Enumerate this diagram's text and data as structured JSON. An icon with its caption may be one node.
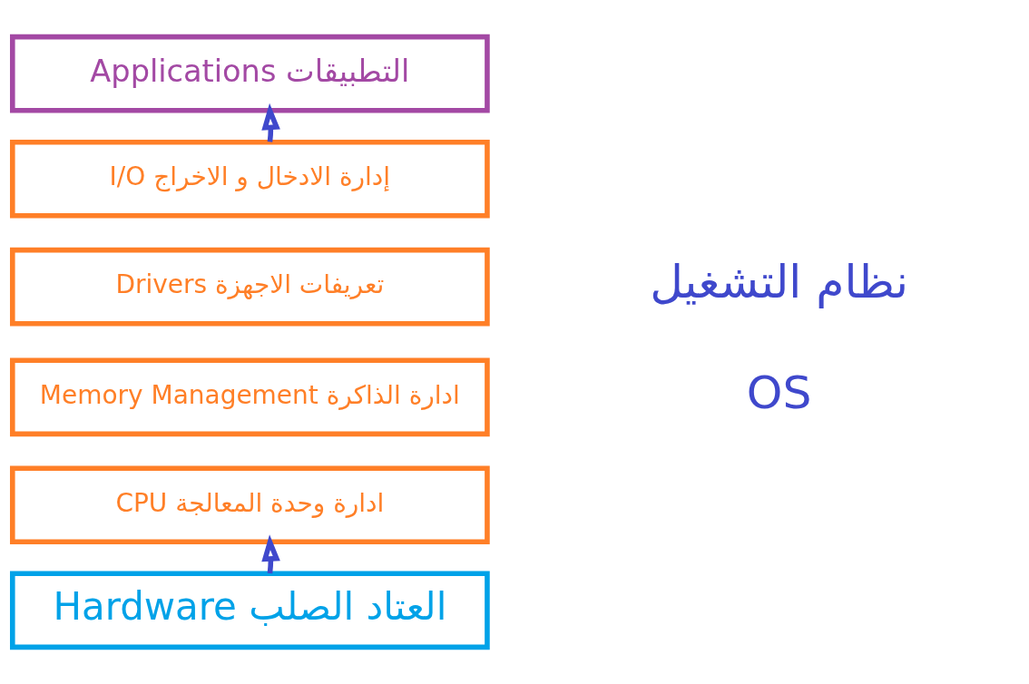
{
  "diagram": {
    "nodes": [
      {
        "text": [
          "Applications التطبيقات"
        ]
      },
      {
        "text": [
          "I/O إدارة الادخال و الاخراج"
        ]
      },
      {
        "text": [
          "Drivers تعريفات الاجهزة"
        ]
      },
      {
        "text": [
          "Memory Management ادارة الذاكرة"
        ]
      },
      {
        "text": [
          "CPU ادارة وحدة المعالجة"
        ]
      },
      {
        "text": [
          "Hardware العتاد الصلب"
        ]
      }
    ],
    "edges": [
      {
        "from": 5,
        "to": 4,
        "arrow": "to"
      },
      {
        "from": 1,
        "to": 0,
        "arrow": "to"
      }
    ],
    "labels": [
      "نظام التشغيل",
      "OS"
    ]
  }
}
